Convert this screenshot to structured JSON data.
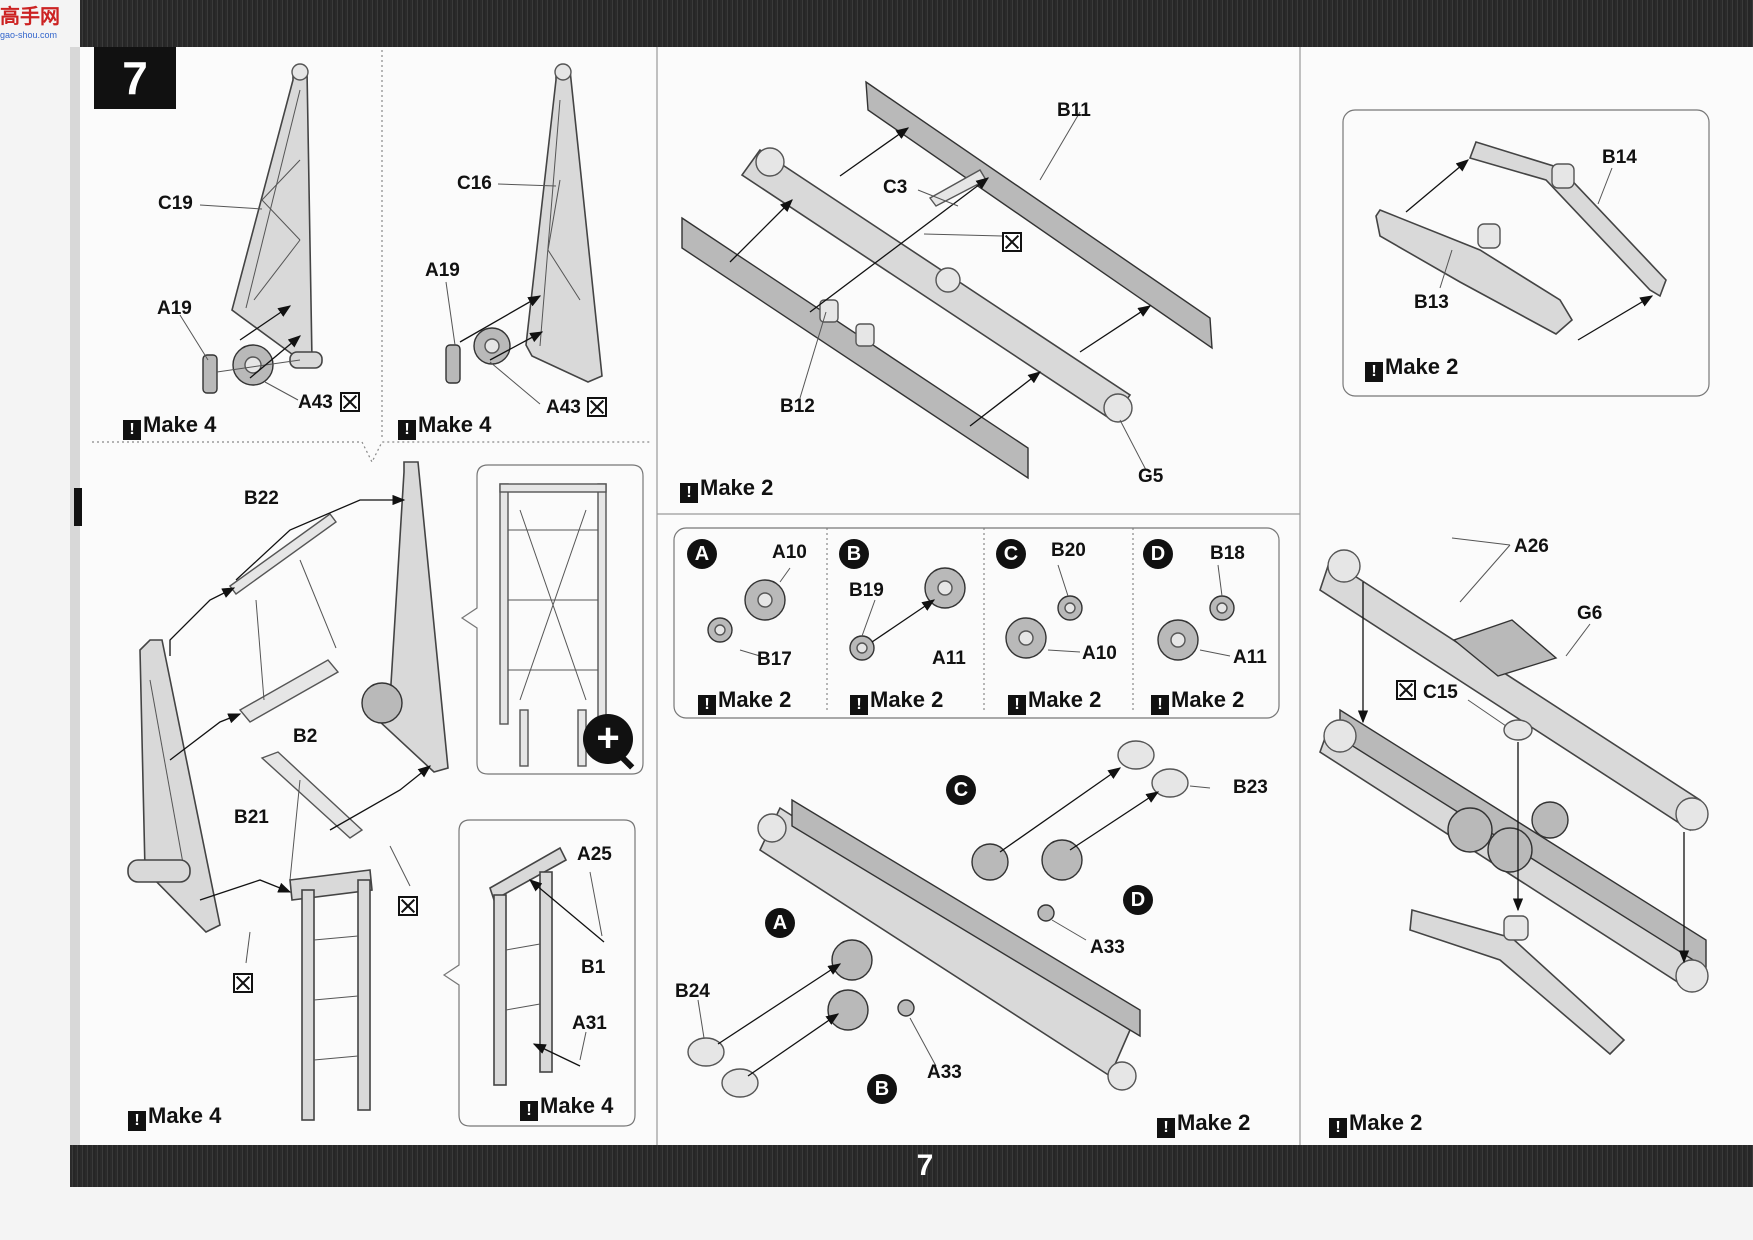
{
  "site_logo": {
    "text": "高手网",
    "sub": "gao-shou.com"
  },
  "step": {
    "number": "7"
  },
  "page": {
    "number": "7"
  },
  "make_prefix": "!",
  "panels": {
    "frame_c19": {
      "parts": [
        "C19",
        "A19",
        "A43"
      ],
      "make": "Make 4"
    },
    "frame_c16": {
      "parts": [
        "C16",
        "A19",
        "A43"
      ],
      "make": "Make 4"
    },
    "tower": {
      "parts": [
        "B22",
        "B2",
        "B21"
      ],
      "make": "Make 4"
    },
    "ladder": {
      "parts": [
        "A25",
        "B1",
        "A31"
      ],
      "make": "Make 4"
    },
    "beam": {
      "parts": [
        "B11",
        "C3",
        "B12",
        "G5"
      ],
      "make": "Make 2"
    },
    "support": {
      "parts": [
        "B14",
        "B13"
      ],
      "make": "Make 2"
    },
    "gear_sets": [
      {
        "letter": "A",
        "parts": [
          "A10",
          "B17"
        ],
        "make": "Make 2"
      },
      {
        "letter": "B",
        "parts": [
          "B19",
          "A11"
        ],
        "make": "Make 2"
      },
      {
        "letter": "C",
        "parts": [
          "B20",
          "A10"
        ],
        "make": "Make 2"
      },
      {
        "letter": "D",
        "parts": [
          "B18",
          "A11"
        ],
        "make": "Make 2"
      }
    ],
    "gearbox": {
      "letters": [
        "C",
        "D",
        "A",
        "B"
      ],
      "parts": [
        "B23",
        "A33",
        "B24",
        "A33"
      ],
      "make": "Make 2"
    },
    "final_assembly": {
      "parts": [
        "A26",
        "G6",
        "C15"
      ],
      "make": "Make 2"
    }
  },
  "icons": [
    "no-glue-icon",
    "zoom-in-icon",
    "attention-icon"
  ]
}
